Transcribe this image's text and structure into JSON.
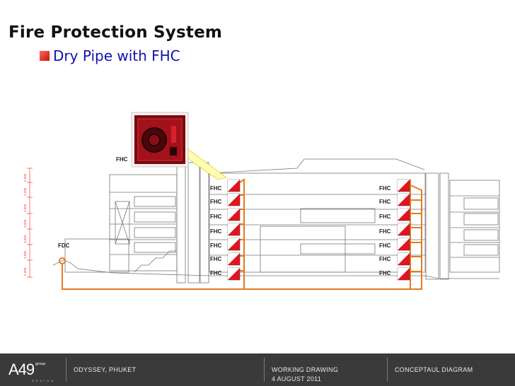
{
  "title": "Fire Protection System",
  "subtitle": "Dry Pipe with FHC",
  "labels": {
    "fhc": "FHC",
    "fdc": "FDC",
    "left_column": [
      "FHC",
      "FHC",
      "FHC",
      "FHC",
      "FHC",
      "FHC",
      "FHC"
    ],
    "right_column": [
      "FHC",
      "FHC",
      "FHC",
      "FHC",
      "FHC",
      "FHC",
      "FHC"
    ]
  },
  "dimensions": [
    "2,600",
    "3,500",
    "3,500",
    "3,500",
    "3,500",
    "3,500",
    "2,600"
  ],
  "footer": {
    "logo": "A49",
    "logo_sup": "group",
    "logo_sub": "DESIGN",
    "project": "ODYSSEY, PHUKET",
    "stage": "WORKING DRAWING",
    "date": "4 AUGUST 2011",
    "type": "CONCEPTAUL DIAGRAM"
  },
  "colors": {
    "pipe": "#e87a1f",
    "valve_red": "#e3141d",
    "subtitle_blue": "#1010b0",
    "footer_bg": "#3a3a3a"
  }
}
